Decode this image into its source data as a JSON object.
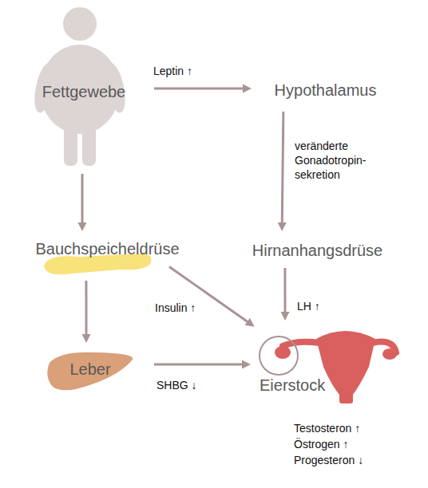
{
  "diagram": {
    "nodes": [
      {
        "text": [
          "Fettgewebe"
        ]
      },
      {
        "text": [
          "Hypothalamus"
        ]
      },
      {
        "text": [
          "Bauchspeicheldrüse"
        ]
      },
      {
        "text": [
          "Hirnanhangsdrüse"
        ]
      },
      {
        "text": [
          "Leber"
        ]
      },
      {
        "text": [
          "Eierstock"
        ]
      }
    ],
    "edges": [
      {
        "from": 0,
        "to": 1,
        "label": "Leptin ↑",
        "arrow": "to"
      },
      {
        "from": 1,
        "to": 3,
        "label": "veränderte Gonadotropin-sekretion",
        "arrow": "to"
      },
      {
        "from": 0,
        "to": 2,
        "arrow": "to"
      },
      {
        "from": 2,
        "to": 4,
        "arrow": "to"
      },
      {
        "from": 2,
        "to": 5,
        "label": "Insulin ↑",
        "arrow": "to"
      },
      {
        "from": 3,
        "to": 5,
        "label": "LH ↑",
        "arrow": "to"
      },
      {
        "from": 4,
        "to": 5,
        "label": "SHBG ↓",
        "arrow": "to"
      }
    ],
    "labels": [
      "Testosteron ↑",
      "Östrogen ↑",
      "Progesteron ↓"
    ]
  }
}
